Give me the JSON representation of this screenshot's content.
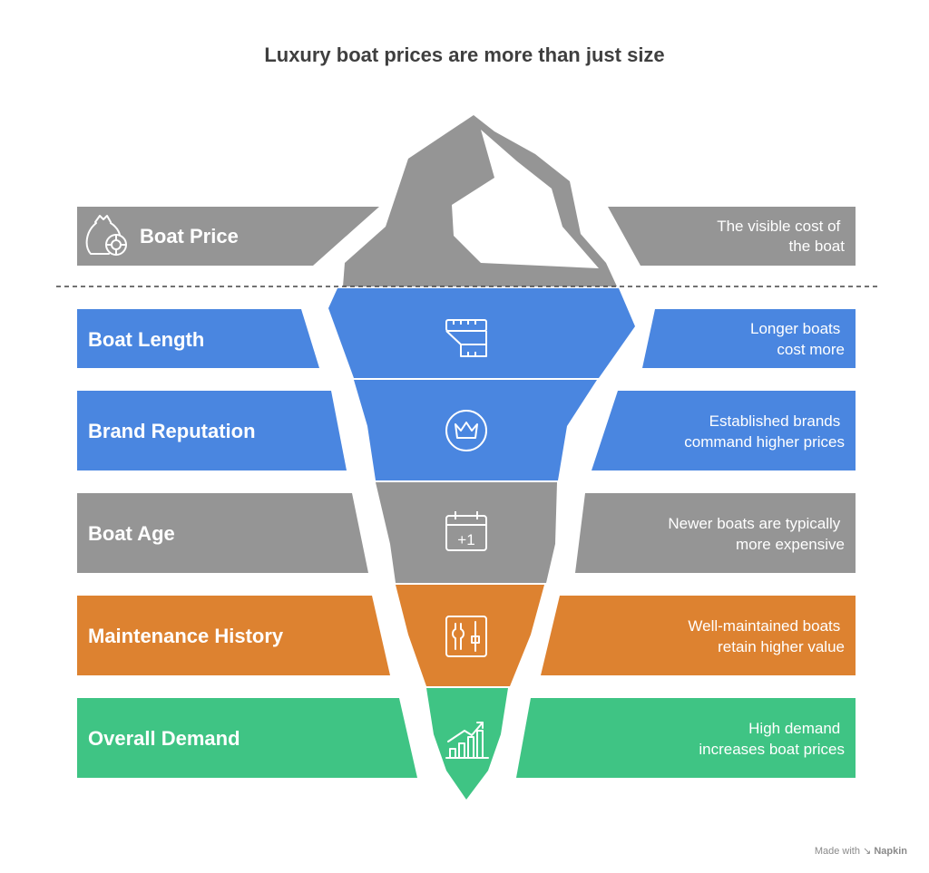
{
  "title": "Luxury boat prices are more than just size",
  "tip": {
    "label": "Boat Price",
    "desc_lines": [
      "The visible cost of",
      "the boat"
    ],
    "color": "#959595",
    "icon": "money-bag-icon"
  },
  "layers": [
    {
      "label": "Boat Length",
      "desc_lines": [
        "Longer boats",
        "cost more"
      ],
      "color": "#4a86e0",
      "icon": "measuring-tape-icon"
    },
    {
      "label": "Brand Reputation",
      "desc_lines": [
        "Established brands",
        "command higher prices"
      ],
      "color": "#4a86e0",
      "icon": "crown-icon"
    },
    {
      "label": "Boat Age",
      "desc_lines": [
        "Newer boats are typically",
        "more expensive"
      ],
      "color": "#959595",
      "icon": "calendar-plus-one-icon"
    },
    {
      "label": "Maintenance History",
      "desc_lines": [
        "Well-maintained boats",
        "retain higher value"
      ],
      "color": "#dd8230",
      "icon": "toolbox-icon"
    },
    {
      "label": "Overall Demand",
      "desc_lines": [
        "High demand",
        "increases boat prices"
      ],
      "color": "#3fc484",
      "icon": "rising-chart-icon"
    }
  ],
  "calendar_icon_text": "+1",
  "footer": {
    "prefix": "Made with",
    "brand": "Napkin"
  }
}
